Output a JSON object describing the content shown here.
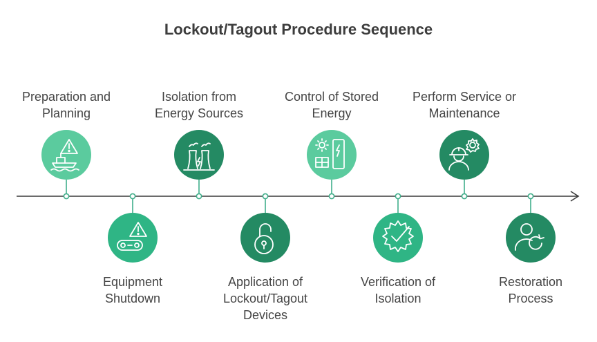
{
  "title": "Lockout/Tagout Procedure Sequence",
  "colors": {
    "line": "#3a3a3a",
    "connector": "#3fae8a",
    "light": "#5bcb9e",
    "medium": "#2fb585",
    "dark": "#248a63",
    "icon_stroke": "#ffffff"
  },
  "steps": [
    {
      "label": "Preparation and Planning",
      "icon": "warning-boat-icon",
      "position": "above",
      "shade": "light"
    },
    {
      "label": "Equipment Shutdown",
      "icon": "warning-conveyor-icon",
      "position": "below",
      "shade": "medium"
    },
    {
      "label": "Isolation from Energy Sources",
      "icon": "power-plant-icon",
      "position": "above",
      "shade": "dark"
    },
    {
      "label": "Application of Lockout/Tagout Devices",
      "icon": "padlock-open-icon",
      "position": "below",
      "shade": "dark"
    },
    {
      "label": "Control of Stored Energy",
      "icon": "solar-battery-icon",
      "position": "above",
      "shade": "light"
    },
    {
      "label": "Verification of Isolation",
      "icon": "gear-check-icon",
      "position": "below",
      "shade": "medium"
    },
    {
      "label": "Perform Service or Maintenance",
      "icon": "worker-gear-icon",
      "position": "above",
      "shade": "dark"
    },
    {
      "label": "Restoration Process",
      "icon": "user-refresh-icon",
      "position": "below",
      "shade": "dark"
    }
  ]
}
